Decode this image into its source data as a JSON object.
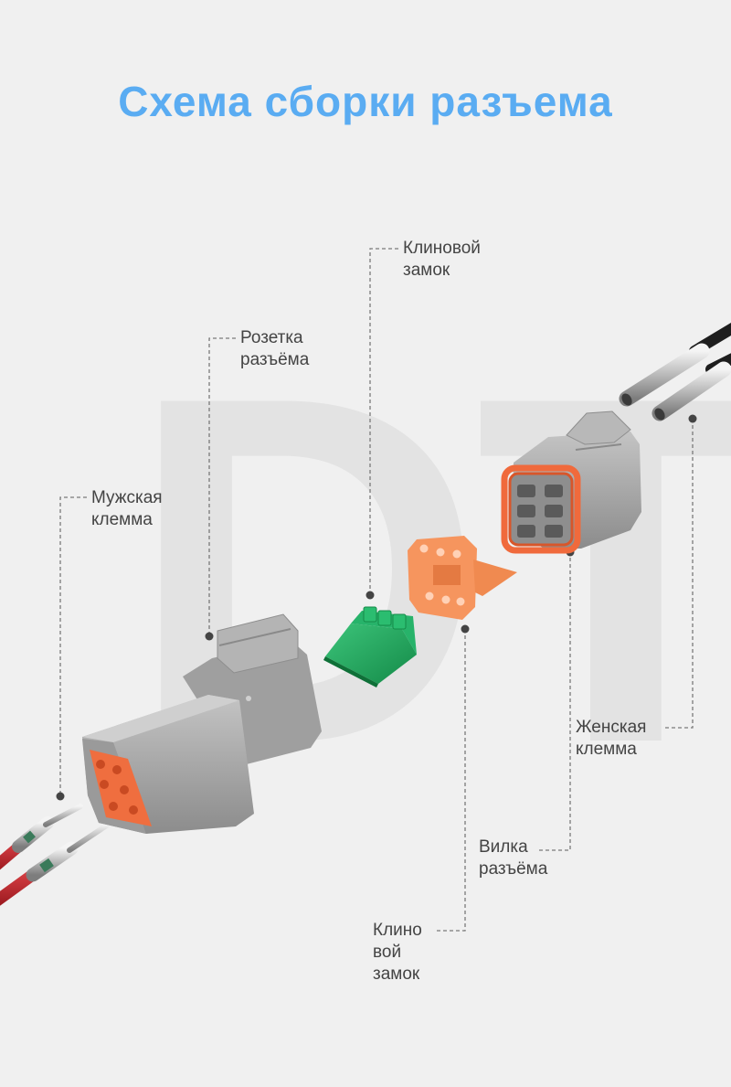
{
  "title": "Схема сборки разъема",
  "watermark": "DT",
  "colors": {
    "title": "#5aacf2",
    "connector_gray": "#a9a9a9",
    "seal_orange": "#f06a3c",
    "wedge_green": "#1fa55c",
    "wedge_orange": "#f59360",
    "wire_red": "#c8272d",
    "leader_line": "#7a7a7a"
  },
  "labels": {
    "wedge_lock_top": "Клиновой\nзамок",
    "receptacle": "Розетка\nразъёма",
    "male_terminal": "Мужская\nклемма",
    "female_terminal": "Женская\nклемма",
    "plug": "Вилка\nразъёма",
    "wedge_lock_bottom": "Клино\nвой\nзамок"
  }
}
